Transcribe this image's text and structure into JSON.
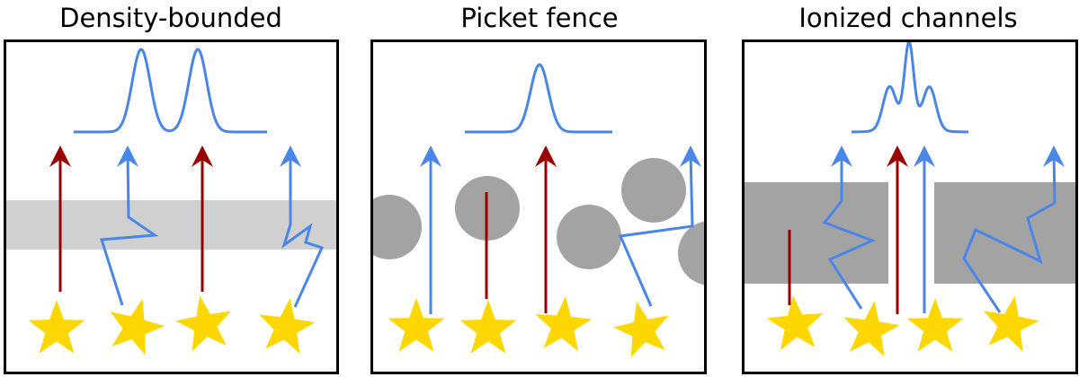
{
  "panels": [
    {
      "title": "Density-bounded"
    },
    {
      "title": "Picket fence"
    },
    {
      "title": "Ionized channels"
    }
  ],
  "colors": {
    "escaping_arrow": "#990000",
    "scattered_arrow": "#4a86e8",
    "star": "#ffd700",
    "thin_gas": "#d0d0d0",
    "dense_gas": "#a3a3a3",
    "frame": "#000000"
  }
}
